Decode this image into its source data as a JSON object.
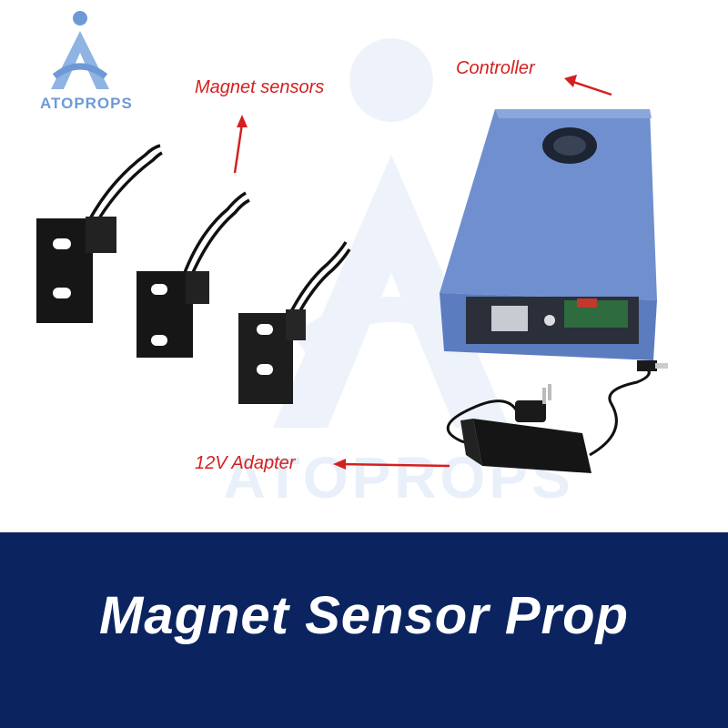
{
  "brand": {
    "logo_text": "ATOPROPS",
    "watermark_text": "ATOPROPS",
    "logo_color": "#6d9ad6"
  },
  "callouts": {
    "sensors": "Magnet sensors",
    "controller": "Controller",
    "adapter": "12V Adapter",
    "color": "#d42020"
  },
  "banner": {
    "title": "Magnet Sensor Prop",
    "background": "#0b2460"
  }
}
